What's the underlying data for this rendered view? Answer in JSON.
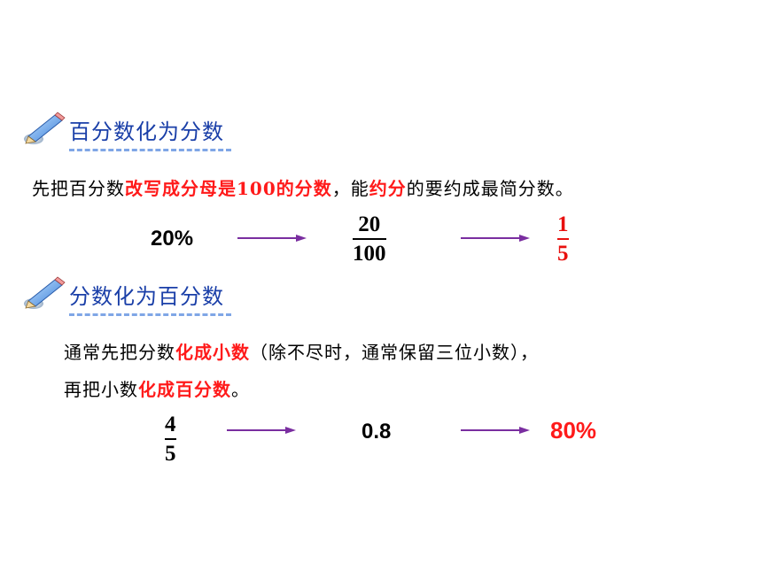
{
  "section1": {
    "heading": "百分数化为分数",
    "rule": {
      "p1": "先把百分数",
      "h1": "改写成分母是100的分数",
      "p2": "，能",
      "h2": "约分",
      "p3": "的要约成最简分数。"
    },
    "example": {
      "start": "20%",
      "mid_numerator": "20",
      "mid_denominator": "100",
      "result_numerator": "1",
      "result_denominator": "5"
    }
  },
  "section2": {
    "heading": "分数化为百分数",
    "rule": {
      "p1": "通常先把分数",
      "h1": "化成小数",
      "p2": "（除不尽时，通常保留三位小数），",
      "p3": "再把小数",
      "h2": "化成百分数",
      "p4": "。"
    },
    "example": {
      "start_numerator": "4",
      "start_denominator": "5",
      "mid": "0.8",
      "result": "80%"
    }
  },
  "colors": {
    "heading": "#1a3fa8",
    "highlight": "#ff1a1a",
    "arrow": "#7a2ea0"
  }
}
